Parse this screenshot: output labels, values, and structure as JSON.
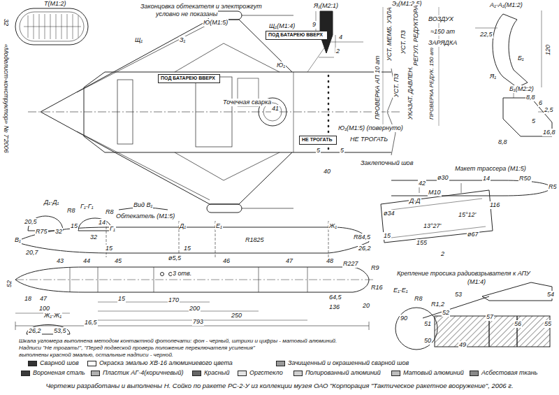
{
  "diagram": {
    "caption": "Чертежи разработаны и выполнены Н. Сойко по ракете РС-2-У из коллекции музея ОАО \"Корпорация \"Тактическое ракетное вооружение\", 2006 г.",
    "nodes": [
      {
        "text": [
          "ПОД БАТАРЕЮ ВВЕРХ"
        ]
      },
      {
        "text": [
          "ПОД БАТАРЕЮ ВВЕРХ"
        ]
      },
      {
        "text": [
          "НЕ ТРОГАТЬ"
        ]
      }
    ],
    "labels": [
      "32",
      "«Моделист-конструктор» № 7'2006",
      "Т(М1:2)",
      "Законцовка обтекателя и электрожгут",
      "условно не показаны",
      "Ю(М1:5)",
      "Я₁(М2:1)",
      "9",
      "4",
      "2",
      "Э₁(М1:2,5)",
      "УСТ. МЕМБ. УЗЛА",
      "УСТ. ПЗ",
      "РЕГУЛ. РЕДУКТОРА",
      "ВОЗДУХ",
      "≈150 ат",
      "ЗАРЯДКА",
      "ПРОВЕРКА АП 10 ат",
      "УСТ. ПЗ",
      "УКАЗАТ. ДАВЛЕН.",
      "ПРОВЕРКА РЕДУК. 150 ат",
      "Ю₁(М1:5) (повернуто)",
      "НЕ ТРОГАТЬ",
      "А₁-А₁(М1:2)",
      "22,5",
      "120",
      "Б₁",
      "Я₁",
      "Б₁(М2:2)",
      "8,8",
      "6",
      "2,5",
      "8,8",
      "5",
      "16,8",
      "Точечная сварка",
      "41",
      "Щ₁",
      "З₁",
      "Щ₁(М1:4)",
      "Ю₁",
      "Заклепочный шов",
      "5",
      "5",
      "40",
      "Макет трассера (М1:5)",
      "14",
      "R50",
      "R5",
      "ø30",
      "M10",
      "42",
      "116",
      "Д-Д",
      "ø34",
      "13°27'",
      "15°12'",
      "ø67",
      "155",
      "15",
      "2",
      "Д₁-Д₁",
      "R8",
      "20,5",
      "32",
      "Г₁-Г₁",
      "R8",
      "15",
      "32",
      "Вид В₁",
      "Обтекатель (М1:5)",
      "R75",
      "14",
      "Г₁",
      "Д₁",
      "Е₁",
      "Ж₁",
      "R1825",
      "R84,5",
      "В₁",
      "20,7",
      "15",
      "15",
      "26,2",
      "43",
      "44",
      "45",
      "ø5,5",
      "3 отв.",
      "46",
      "47",
      "48",
      "R227",
      "R9",
      "R16",
      "52",
      "18",
      "47",
      "100",
      "15",
      "170",
      "200",
      "250",
      "64,5",
      "136",
      "20",
      "Ж₁-Ж₁",
      "16,5",
      "26,2",
      "53,5",
      "793",
      "Крепление тросика радиовзрывателя к АПУ",
      "(М1:4)",
      "Е₁-Е₁",
      "R8",
      "R1,2",
      "90",
      "53",
      "54",
      "52",
      "57",
      "56",
      "55",
      "51",
      "50",
      "49",
      "Шкала угломера выполнена методом контактной фотопечати: фон - черный, штрихи и цифры - матовый алюминий.",
      "Надписи \"Не трогать!\", \"Перед подвеской проверь положение переключателя усиления\"",
      "выполнены красной эмалью, остальные надписи - черной."
    ],
    "legend": [
      {
        "text": "Сварной шов",
        "color": "#333333"
      },
      {
        "text": "Окраска эмалью ХВ-16 алюминиевого цвета",
        "color": "#ffffff"
      },
      {
        "text": "Зачищенный и окрашенный сварной шов",
        "color": "#9a9a9a"
      },
      {
        "text": "Вороненая сталь",
        "color": "#3a3a3a"
      },
      {
        "text": "Пластик АГ-4(коричневый)",
        "color": "#b0b0b0"
      },
      {
        "text": "Красный",
        "color": "#666666"
      },
      {
        "text": "Оргстекло",
        "color": "#e4e4e4"
      },
      {
        "text": "Полированный алюминий",
        "color": "#d0d0d0"
      },
      {
        "text": "Матовый алюминий",
        "color": "#bdbdbd"
      },
      {
        "text": "Асбестовая ткань",
        "color": "#8a8a8a"
      }
    ]
  }
}
